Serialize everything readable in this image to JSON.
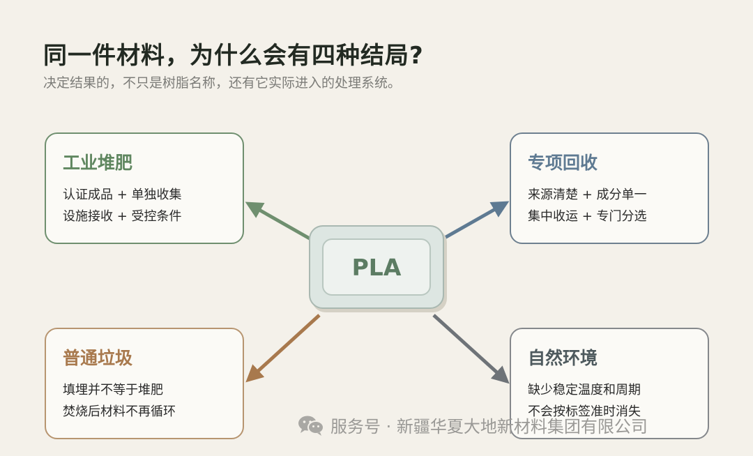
{
  "title": "同一件材料，为什么会有四种结局?",
  "subtitle": "决定结果的，不只是树脂名称，还有它实际进入的处理系统。",
  "center": {
    "label": "PLA"
  },
  "cards": {
    "compost": {
      "title": "工业堆肥",
      "lines": [
        "认证成品 + 单独收集",
        "设施接收 + 受控条件"
      ]
    },
    "recycle": {
      "title": "专项回收",
      "lines": [
        "来源清楚 + 成分单一",
        "集中收运 + 专门分选"
      ]
    },
    "trash": {
      "title": "普通垃圾",
      "lines": [
        "填埋并不等于堆肥",
        "焚烧后材料不再循环"
      ]
    },
    "nature": {
      "title": "自然环境",
      "lines": [
        "缺少稳定温度和周期",
        "不会按标签准时消失"
      ]
    }
  },
  "colors": {
    "compost": "#6f8f6f",
    "recycle": "#5e7a92",
    "trash": "#a8794d",
    "nature": "#6e7378"
  },
  "watermark": {
    "icon": "wechat-icon",
    "text": "服务号 · 新疆华夏大地新材料集团有限公司"
  }
}
